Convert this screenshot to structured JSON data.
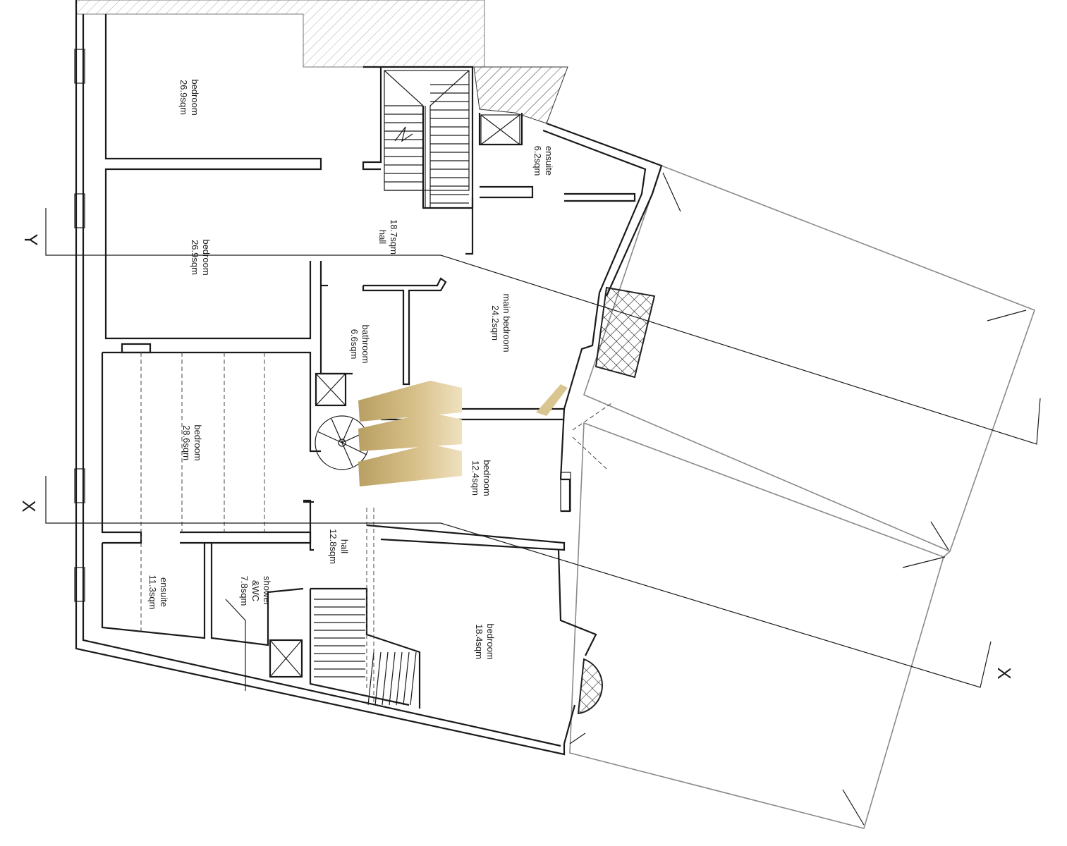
{
  "rooms": [
    {
      "id": "bed1",
      "name": "bedroom",
      "area": "26.9sqm"
    },
    {
      "id": "bed2",
      "name": "bedroom",
      "area": "26.9sqm"
    },
    {
      "id": "bed3",
      "name": "bedroom",
      "area": "28.6sqm"
    },
    {
      "id": "ens1",
      "name": "ensuite",
      "area": "11.3sqm"
    },
    {
      "id": "shower",
      "name": "shower",
      "name2": "&WC",
      "area": "7.8sqm"
    },
    {
      "id": "hall2",
      "name": "hall",
      "area": "12.8sqm"
    },
    {
      "id": "bath",
      "name": "bathroom",
      "area": "6.6sqm"
    },
    {
      "id": "hall1",
      "name": "18.7sqm",
      "area": "hall"
    },
    {
      "id": "ens2",
      "name": "ensuite",
      "area": "6.2sqm"
    },
    {
      "id": "main",
      "name": "main bedroom",
      "area": "24.2sqm"
    },
    {
      "id": "bed4",
      "name": "bedroom",
      "area": "12.4sqm"
    },
    {
      "id": "bed5",
      "name": "bedroom",
      "area": "18.4sqm"
    }
  ],
  "section_marks": {
    "y_left": "Y",
    "x_left": "X",
    "x_right": "X"
  },
  "colors": {
    "line": "#1a1a1a",
    "terrace": "#8a8a8a",
    "logo_gold": "#c9b27a"
  }
}
